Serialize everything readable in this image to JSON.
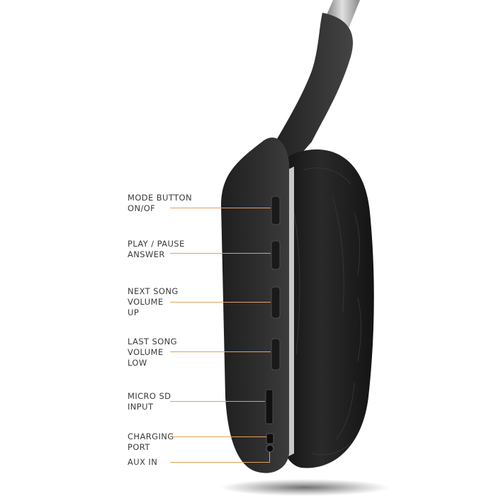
{
  "labels": [
    {
      "id": "mode",
      "text": "MODE BUTTON\nON/OF"
    },
    {
      "id": "play",
      "text": "PLAY / PAUSE\nANSWER"
    },
    {
      "id": "next",
      "text": "NEXT SONG\nVOLUME\nUP"
    },
    {
      "id": "last",
      "text": "LAST SONG\nVOLUME\nLOW"
    },
    {
      "id": "microsd",
      "text": "MICRO SD\nINPUT"
    },
    {
      "id": "charging",
      "text": "CHARGING\nPORT"
    },
    {
      "id": "aux",
      "text": "AUX IN"
    }
  ],
  "colors": {
    "background": "#ffffff",
    "leader_line": "#e3a15a",
    "label_text": "#3a3a3a",
    "shell": "#2b2b2b",
    "cushion": "#1c1c1c",
    "band": "#333333",
    "silver_trim": "#bfbfbf"
  },
  "icons": {
    "product": "headphone-side-view"
  }
}
